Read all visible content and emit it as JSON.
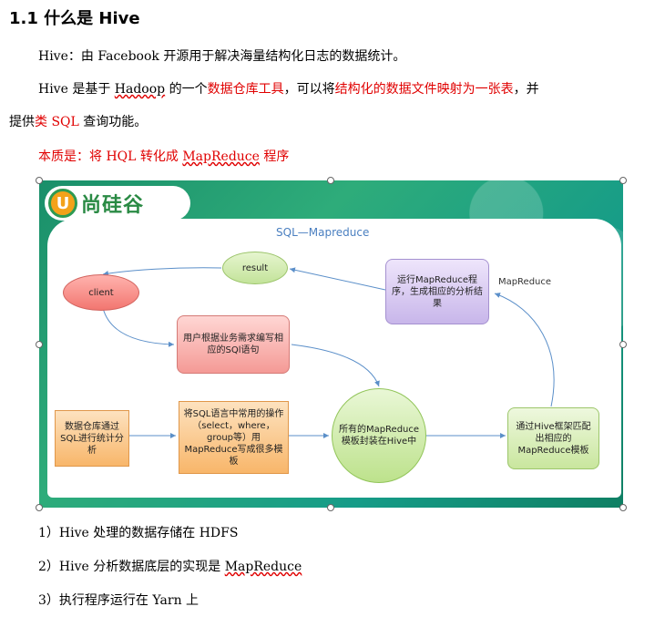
{
  "heading": "1.1  什么是 Hive",
  "para1": {
    "prefix": "Hive：由 Facebook 开源用于解决海量结构化日志的数据统计。"
  },
  "para2": {
    "part1": "Hive 是基于 ",
    "hadoop": "Hadoop",
    "part2": " 的一个",
    "red1": "数据仓库工具",
    "part3": "，可以将",
    "red2": "结构化的数据文件映射为一张表",
    "part4": "，并",
    "line2_a": "提供",
    "red3": "类 SQL",
    "line2_b": " 查询功能。"
  },
  "essence": {
    "a": "本质是：将 HQL 转化成 ",
    "mr": "MapReduce",
    "b": " 程序"
  },
  "figure": {
    "logo_badge": "U",
    "logo_text": "尚硅谷",
    "title": "SQL—Mapreduce",
    "nodes": {
      "result": "result",
      "client": "client",
      "run_mr": "运行MapReduce程序，生成相应的分析结果",
      "mr_label": "MapReduce",
      "user_sql": "用户根据业务需求编写相应的SQl语句",
      "dw": "数据仓库通过SQL进行统计分析",
      "templates_make": "将SQL语言中常用的操作（select，where，group等）用MapReduce写成很多模板",
      "templates_all": "所有的MapReduce模板封装在Hive中",
      "match": "通过Hive框架匹配出相应的MapReduce模板"
    }
  },
  "list": [
    {
      "num": "1）",
      "text": "Hive 处理的数据存储在 HDFS"
    },
    {
      "num": "2）",
      "text": "Hive 分析数据底层的实现是 ",
      "mr": "MapReduce"
    },
    {
      "num": "3）",
      "text": "执行程序运行在 Yarn 上"
    }
  ],
  "colors": {
    "red": "#e00000",
    "figure_bg": "#1f9a6f",
    "arrow": "#5b8fc9"
  }
}
